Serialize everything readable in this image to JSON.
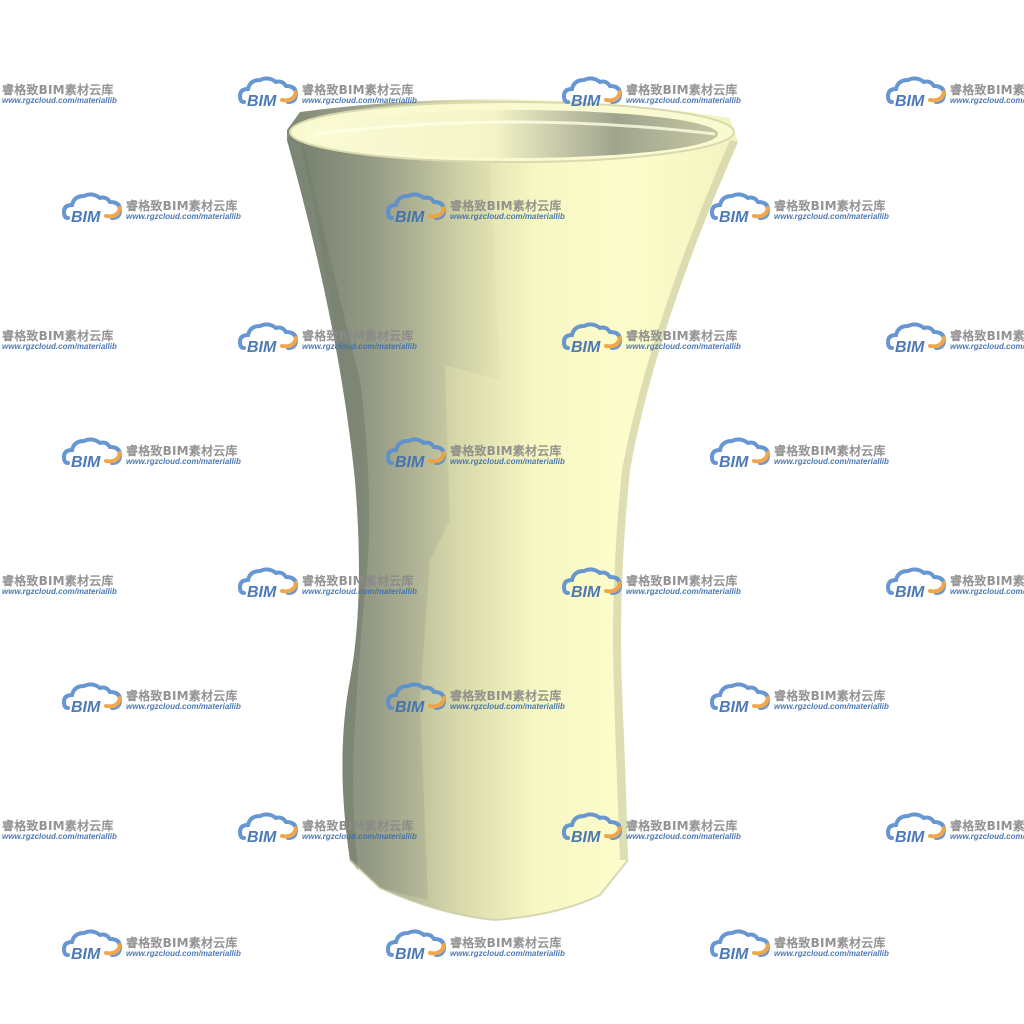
{
  "watermark": {
    "logo_text": "BIM",
    "brand_name": "睿格致BIM素材云库",
    "url": "www.rgzcloud.com/materiallib",
    "colors": {
      "cloud_blue": "#5b8fcf",
      "cloud_orange": "#f0a040",
      "text_gray": "#8a8a8a",
      "url_blue": "#3e6fb0"
    }
  },
  "object": {
    "description_icon": "vase-icon",
    "colors": {
      "body_light": "#fbfbc8",
      "body_mid": "#e6e6b0",
      "body_shadow": "#8e9684",
      "rim_inner": "#f6f6cf"
    }
  }
}
